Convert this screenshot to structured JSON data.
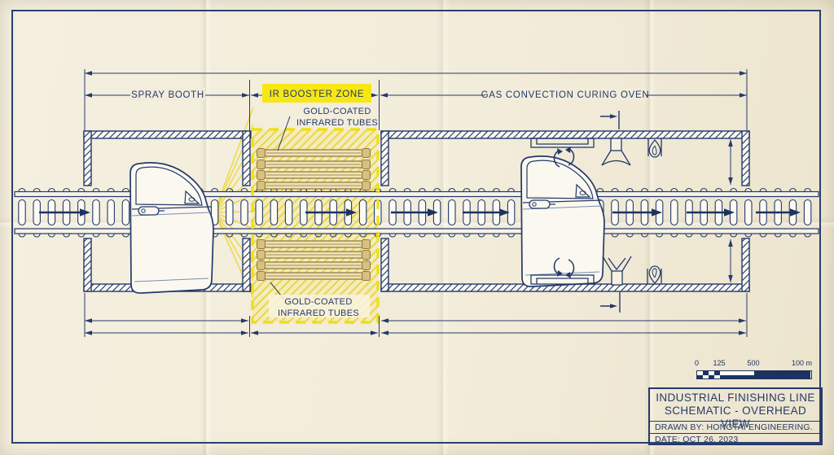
{
  "drawing": {
    "zones": {
      "spray_booth": "SPRAY BOOTH",
      "ir_booster": "IR BOOSTER ZONE",
      "curing_oven": "GAS CONVECTION CURING OVEN"
    },
    "tube_label": {
      "line1": "GOLD-COATED",
      "line2": "INFRARED TUBES"
    },
    "title_block": {
      "title_line1": "INDUSTRIAL FINISHING LINE",
      "title_line2": "SCHEMATIC - OVERHEAD VIEW",
      "drawn_by": "DRAWN BY: HONGTAI ENGINEERING.",
      "date": "DATE: OCT 26, 2023"
    },
    "scale_bar": {
      "tick0": "0",
      "tick1": "125",
      "tick2": "500",
      "tick3": "100 m"
    },
    "colors": {
      "ink_navy": "#24396b",
      "ir_yellow": "#f0df17",
      "label_highlight": "#f6e714",
      "tube_gold": "#8d7a46",
      "paper": "#f2ecda"
    },
    "icons": [
      "car-door-icon",
      "conveyor-arrow-icon",
      "infrared-tube-icon",
      "vent-duct-icon",
      "convection-swirl-icon",
      "spray-nozzle-icon",
      "burner-flame-icon"
    ]
  }
}
